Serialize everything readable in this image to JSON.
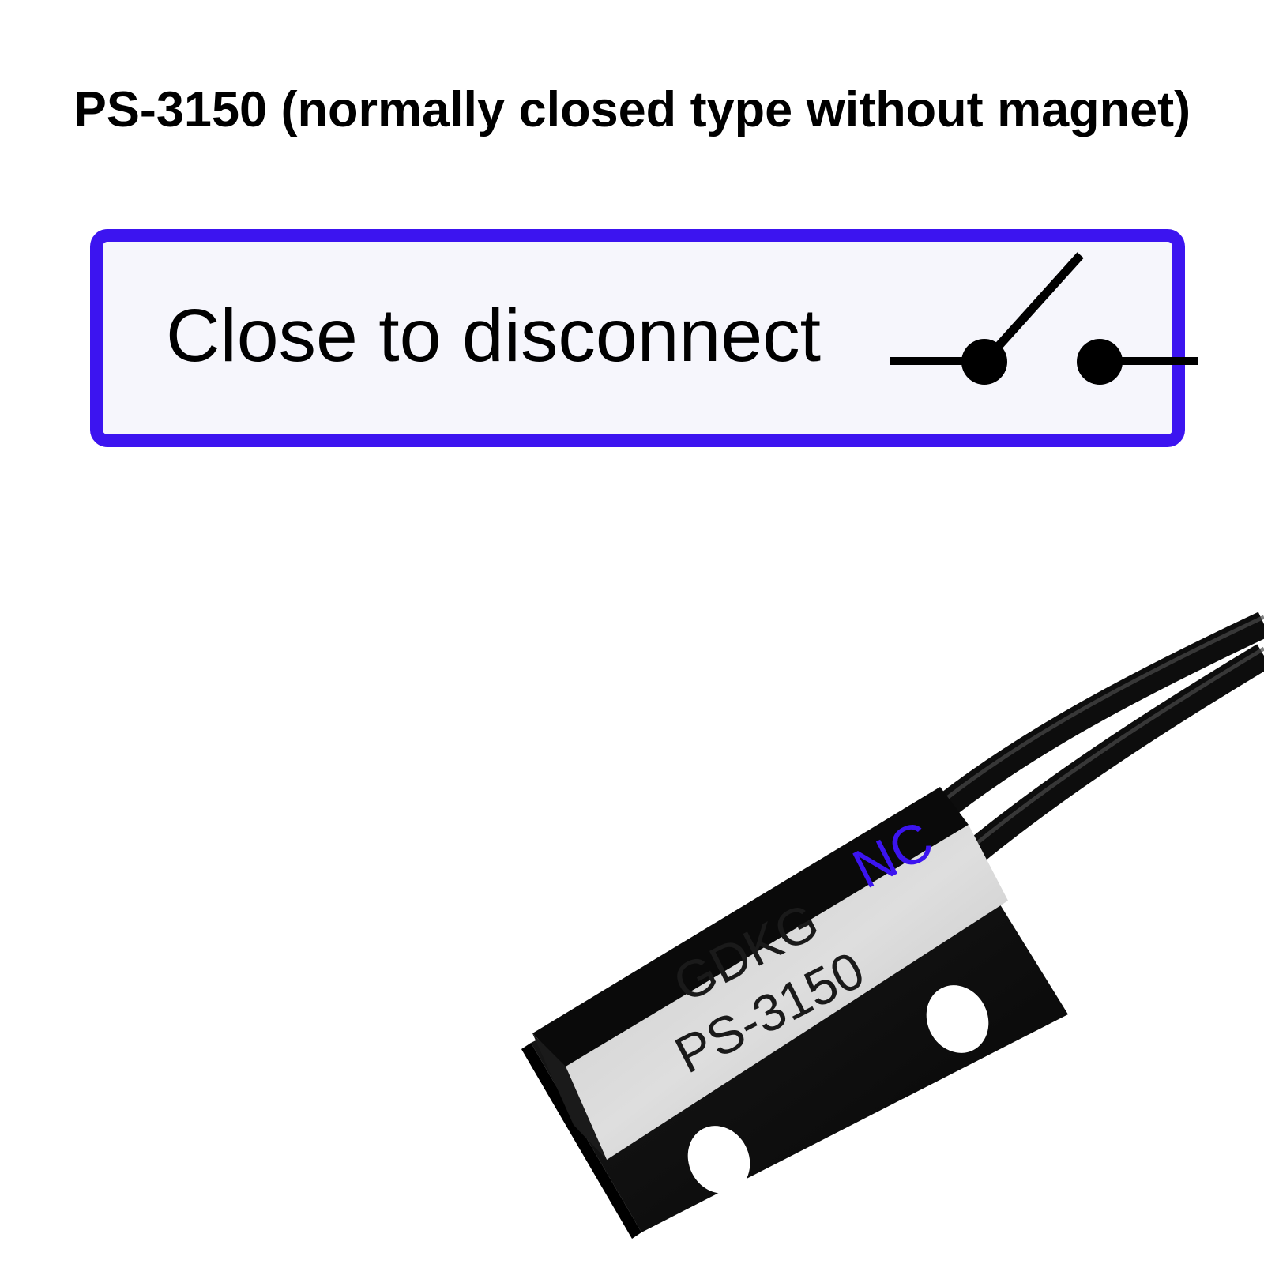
{
  "title": "PS-3150 (normally closed type without magnet)",
  "panel": {
    "label": "Close to disconnect",
    "icon": "open-switch-icon",
    "border_color": "#3c14f0"
  },
  "product": {
    "brand": "GDKG",
    "model": "PS-3150",
    "type_mark": "NC",
    "type_mark_color": "#3c14f0"
  }
}
